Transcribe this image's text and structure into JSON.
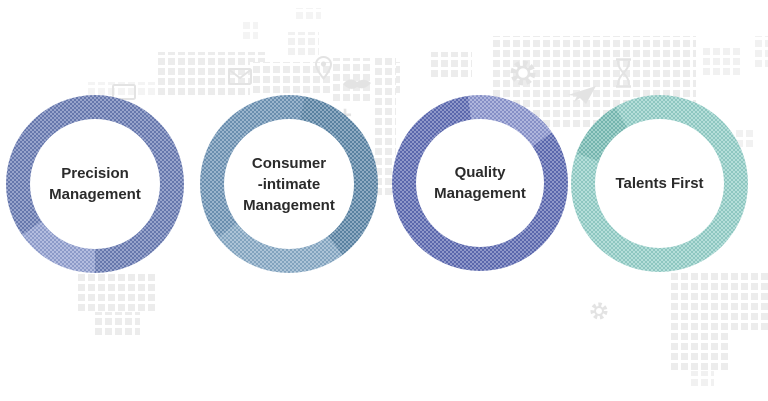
{
  "page": {
    "background_color": "#ffffff",
    "pattern_color": "#ececec",
    "icon_color": "#e3e3e3",
    "text_color": "#2b2b2b"
  },
  "rings": [
    {
      "label": "Precision\nManagement",
      "main_color": "#6B7CB4",
      "accent_color": "#94A1D1",
      "segments": [
        {
          "color": "#6B7CB4",
          "from_deg": 0,
          "to_deg": 180
        },
        {
          "color": "#94A1D1",
          "from_deg": 180,
          "to_deg": 235
        },
        {
          "color": "#6B7CB4",
          "from_deg": 235,
          "to_deg": 360
        }
      ]
    },
    {
      "label": "Consumer\n-intimate\nManagement",
      "main_color": "#7095B6",
      "accent_color": "#5E87A7",
      "segments": [
        {
          "color": "#7095B6",
          "from_deg": 0,
          "to_deg": 10
        },
        {
          "color": "#5E87A7",
          "from_deg": 10,
          "to_deg": 143
        },
        {
          "color": "#89ABC6",
          "from_deg": 143,
          "to_deg": 233
        },
        {
          "color": "#7095B6",
          "from_deg": 233,
          "to_deg": 360
        }
      ]
    },
    {
      "label": "Quality\nManagement",
      "main_color": "#5F6BB2",
      "accent_color": "#8C96CE",
      "segments": [
        {
          "color": "#8C96CE",
          "from_deg": 0,
          "to_deg": 55
        },
        {
          "color": "#5F6BB2",
          "from_deg": 55,
          "to_deg": 352
        },
        {
          "color": "#8C96CE",
          "from_deg": 352,
          "to_deg": 360
        }
      ]
    },
    {
      "label": "Talents First",
      "main_color": "#95D0C9",
      "accent_color": "#7ABDB5",
      "segments": [
        {
          "color": "#95D0C9",
          "from_deg": 0,
          "to_deg": 290
        },
        {
          "color": "#7ABDB5",
          "from_deg": 290,
          "to_deg": 330
        },
        {
          "color": "#95D0C9",
          "from_deg": 330,
          "to_deg": 360
        }
      ]
    }
  ],
  "background_icons": [
    "monitor-icon",
    "envelope-icon",
    "location-pin-icon",
    "bird-icon",
    "plus-icon",
    "gear-icon",
    "hourglass-icon",
    "paper-plane-icon",
    "gear-small-icon"
  ],
  "plus_icon_glyph": "+"
}
